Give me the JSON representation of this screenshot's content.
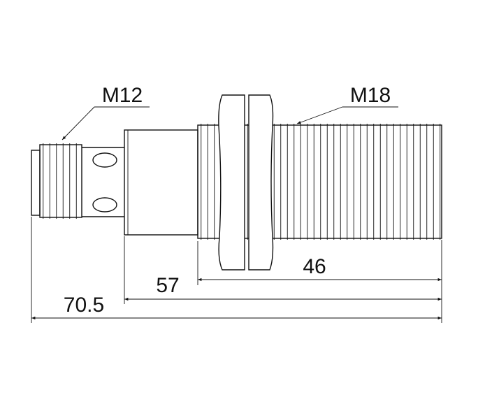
{
  "labels": {
    "thread_small": "M12",
    "thread_large": "M18"
  },
  "dimensions": {
    "thread_length": "46",
    "body_length": "57",
    "overall_length": "70.5"
  },
  "colors": {
    "line": "#111111",
    "background": "#ffffff"
  }
}
